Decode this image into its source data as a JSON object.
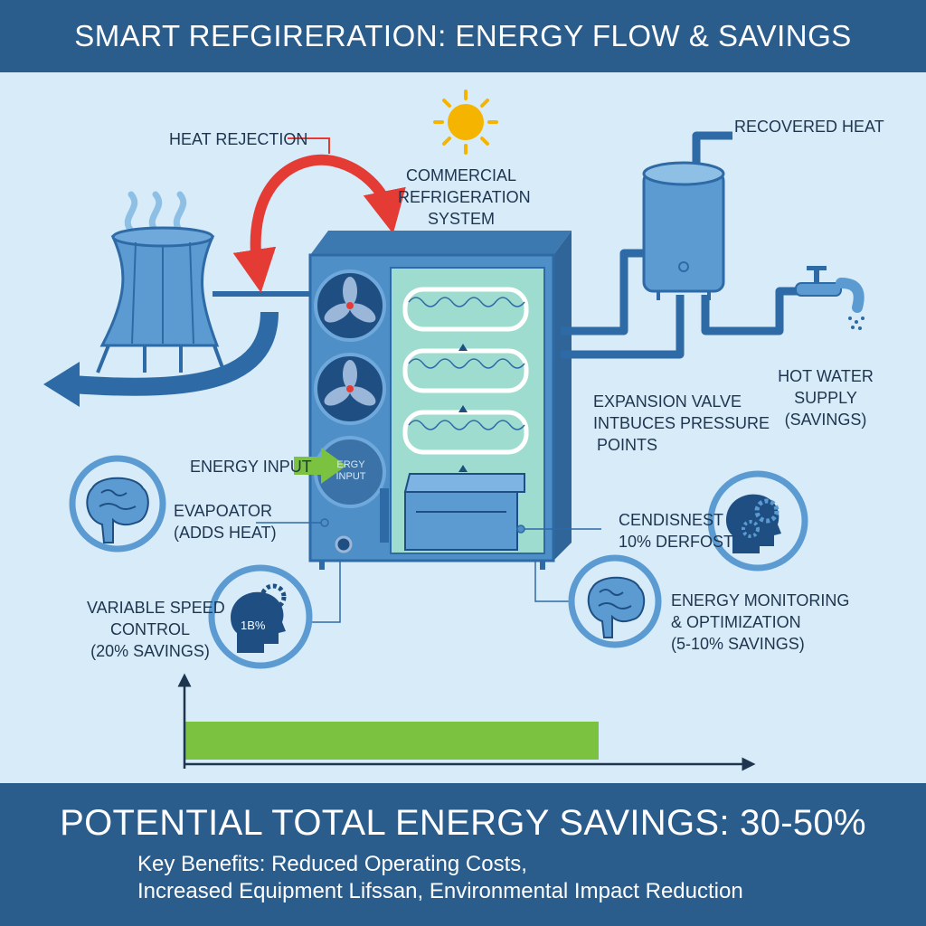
{
  "title": "SMART REFGIRERATION: ENERGY FLOW & SAVINGS",
  "labels": {
    "heat_rejection": "HEAT REJECTION",
    "system_1": "COMMERCIAL",
    "system_2": "REFRIGERATION",
    "system_3": "SYSTEM",
    "recovered_heat": "RECOVERED HEAT",
    "hot_water_1": "HOT WATER",
    "hot_water_2": "SUPPLY",
    "hot_water_3": "(SAVINGS)",
    "expansion_1": "EXPANSION VALVE",
    "expansion_2": "INTBUCES PRESSURE",
    "expansion_3": "POINTS",
    "energy_input": "ENERGY INPUT",
    "energy_input_fan_1": "ERGY",
    "energy_input_fan_2": "INPUT",
    "evaporator_1": "EVAPOATOR",
    "evaporator_2": "(ADDS HEAT)",
    "condenser_1": "CENDISNEST",
    "condenser_2": "10% DERFOST",
    "vsd_1": "VARIABLE SPEED",
    "vsd_2": "CONTROL",
    "vsd_3": "(20% SAVINGS)",
    "vsd_icon_text": "1B%",
    "monitor_1": "ENERGY MONITORING",
    "monitor_2": "& OPTIMIZATION",
    "monitor_3": "(5-10% SAVINGS)"
  },
  "footer": {
    "headline": "POTENTIAL TOTAL ENERGY SAVINGS: 30-50%",
    "line1": "Key Benefits: Reduced Operating Costs,",
    "line2": "Increased Equipment Lifssan, Environmental Impact Reduction"
  },
  "colors": {
    "banner": "#2a5d8c",
    "background": "#d7ebf8",
    "unit_body": "#4f8fc8",
    "heat_arrow": "#e53b35",
    "energy_arrow": "#7cc241",
    "savings_bar": "#7cc241",
    "sun": "#f4b400",
    "pipe": "#2e6aa5"
  },
  "icons": [
    "sun-icon",
    "cooling-tower-icon",
    "fan-icon",
    "water-tank-icon",
    "faucet-icon",
    "brain-icon",
    "head-gears-icon"
  ]
}
